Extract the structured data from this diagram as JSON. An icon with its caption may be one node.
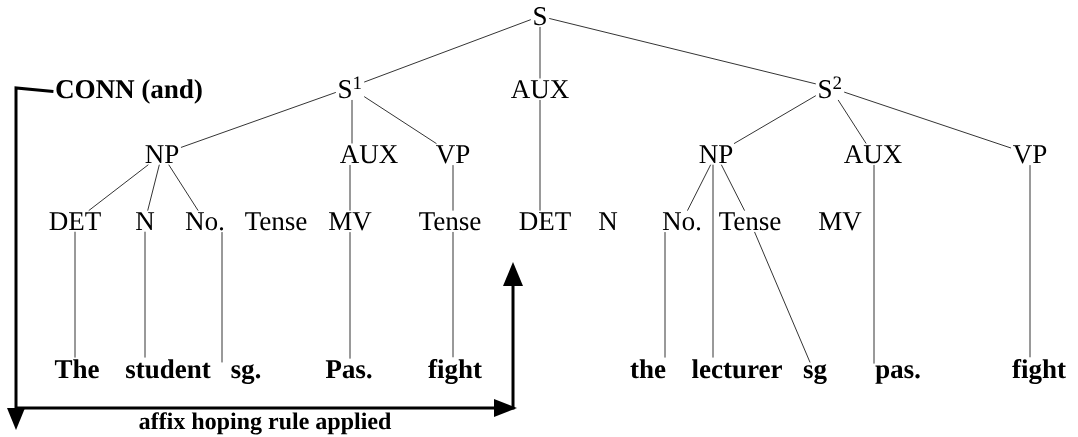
{
  "diagram": {
    "nodes": [
      {
        "text": [
          "S"
        ]
      },
      {
        "text": [
          "CONN (and)"
        ]
      },
      {
        "text": [
          "S$^{1}$"
        ]
      },
      {
        "text": [
          "AUX"
        ]
      },
      {
        "text": [
          "S$^{2}$"
        ]
      },
      {
        "text": [
          "NP"
        ]
      },
      {
        "text": [
          "AUX"
        ]
      },
      {
        "text": [
          "VP"
        ]
      },
      {
        "text": [
          "NP"
        ]
      },
      {
        "text": [
          "AUX"
        ]
      },
      {
        "text": [
          "VP"
        ]
      },
      {
        "text": [
          "DET"
        ]
      },
      {
        "text": [
          "N"
        ]
      },
      {
        "text": [
          "No."
        ]
      },
      {
        "text": [
          "Tense"
        ]
      },
      {
        "text": [
          "MV"
        ]
      },
      {
        "text": [
          "Tense"
        ]
      },
      {
        "text": [
          "DET"
        ]
      },
      {
        "text": [
          "N"
        ]
      },
      {
        "text": [
          "No."
        ]
      },
      {
        "text": [
          "Tense"
        ]
      },
      {
        "text": [
          "MV"
        ]
      },
      {
        "text": [
          "The"
        ]
      },
      {
        "text": [
          "student"
        ]
      },
      {
        "text": [
          "sg."
        ]
      },
      {
        "text": [
          "Pas."
        ]
      },
      {
        "text": [
          "fight"
        ]
      },
      {
        "text": [
          "the"
        ]
      },
      {
        "text": [
          "lecturer"
        ]
      },
      {
        "text": [
          "sg"
        ]
      },
      {
        "text": [
          "pas."
        ]
      },
      {
        "text": [
          "fight"
        ]
      }
    ],
    "edges": [
      {
        "from": 0,
        "to": 2,
        "arrow": "none"
      },
      {
        "from": 0,
        "to": 3,
        "arrow": "none"
      },
      {
        "from": 0,
        "to": 4,
        "arrow": "none"
      },
      {
        "from": 2,
        "to": 5,
        "arrow": "none"
      },
      {
        "from": 2,
        "to": 6,
        "arrow": "none"
      },
      {
        "from": 2,
        "to": 7,
        "arrow": "none"
      },
      {
        "from": 4,
        "to": 8,
        "arrow": "none"
      },
      {
        "from": 4,
        "to": 9,
        "arrow": "none"
      },
      {
        "from": 4,
        "to": 10,
        "arrow": "none"
      },
      {
        "from": 5,
        "to": 11,
        "arrow": "none"
      },
      {
        "from": 5,
        "to": 12,
        "arrow": "none"
      },
      {
        "from": 5,
        "to": 13,
        "arrow": "none"
      },
      {
        "from": 6,
        "to": 15,
        "arrow": "none"
      },
      {
        "from": 7,
        "to": 16,
        "arrow": "none"
      },
      {
        "from": 3,
        "to": 17,
        "arrow": "none"
      },
      {
        "from": 8,
        "to": 19,
        "arrow": "none"
      },
      {
        "from": 8,
        "to": 28,
        "arrow": "none"
      },
      {
        "from": 8,
        "to": 20,
        "arrow": "none"
      },
      {
        "from": 9,
        "to": 30,
        "arrow": "none"
      },
      {
        "from": 10,
        "to": 31,
        "arrow": "none"
      },
      {
        "from": 11,
        "to": 22,
        "arrow": "none"
      },
      {
        "from": 12,
        "to": 23,
        "arrow": "none"
      },
      {
        "from": 13,
        "to": 24,
        "arrow": "none"
      },
      {
        "from": 15,
        "to": 25,
        "arrow": "none"
      },
      {
        "from": 16,
        "to": 26,
        "arrow": "none"
      },
      {
        "from": 19,
        "to": 27,
        "arrow": "none"
      },
      {
        "from": 20,
        "to": 29,
        "arrow": "none"
      },
      {
        "from": 1,
        "to": null,
        "arrow": "to",
        "style": "thick"
      }
    ],
    "labels": [
      "affix hoping rule applied"
    ]
  }
}
